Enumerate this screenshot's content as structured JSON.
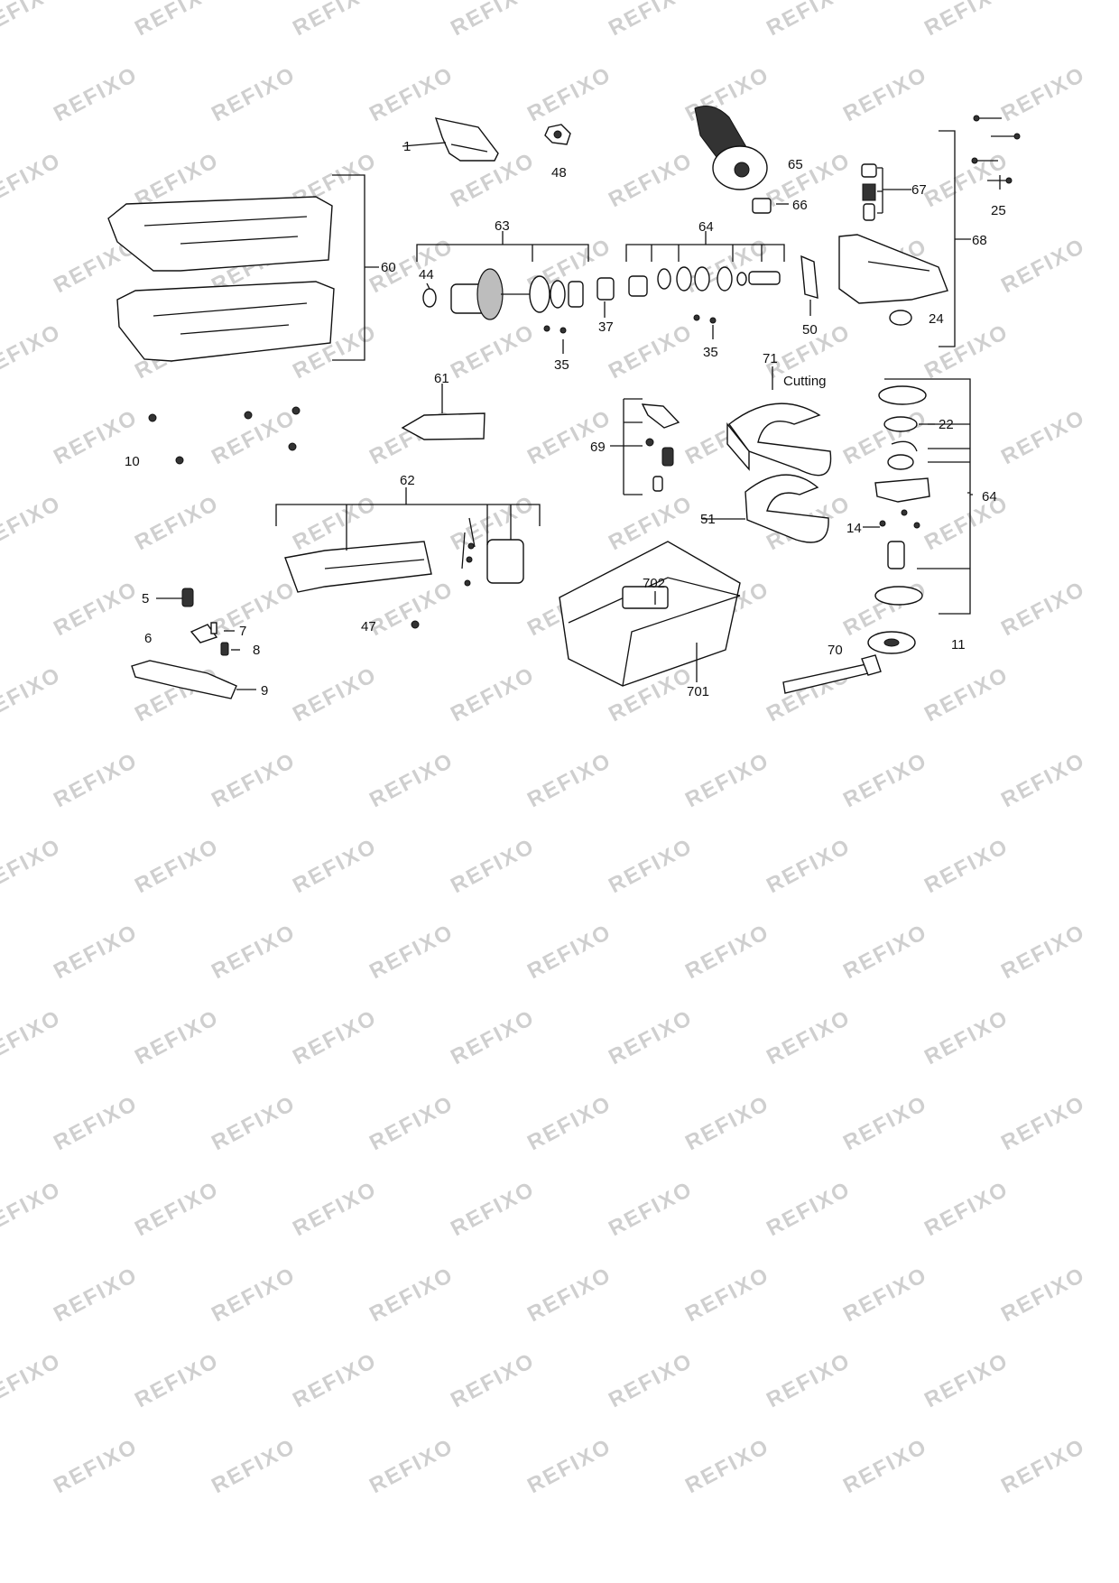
{
  "watermark": "REFIXO",
  "labels": {
    "l1": "1",
    "l48": "48",
    "l65": "65",
    "l66": "66",
    "l67": "67",
    "l25": "25",
    "l60": "60",
    "l63": "63",
    "l64a": "64",
    "l44": "44",
    "l37": "37",
    "l35a": "35",
    "l35b": "35",
    "l50": "50",
    "l24": "24",
    "l68": "68",
    "l61": "61",
    "l10": "10",
    "l71": "71",
    "cutting": "Cutting",
    "l69": "69",
    "l22": "22",
    "l64b": "64",
    "l14": "14",
    "l51": "51",
    "l62": "62",
    "l702": "702",
    "l5": "5",
    "l6": "6",
    "l7": "7",
    "l8": "8",
    "l47": "47",
    "l9": "9",
    "l70": "70",
    "l11": "11",
    "l701": "701"
  },
  "colors": {
    "ink": "#111111",
    "part_fill": "#ffffff",
    "dark": "#333333",
    "watermark": "#cfcfcf"
  }
}
